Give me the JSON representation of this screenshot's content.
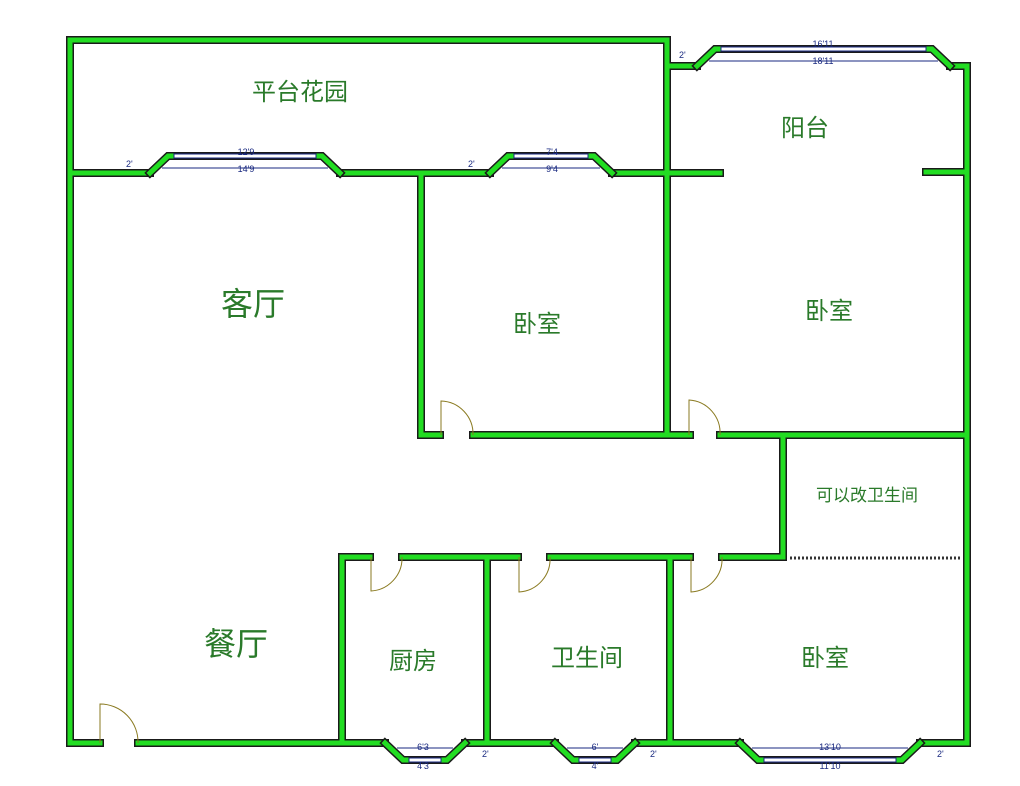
{
  "rooms": {
    "garden": "平台花园",
    "balcony": "阳台",
    "living": "客厅",
    "bedroom_a": "卧室",
    "bedroom_b": "卧室",
    "convertible": "可以改卫生间",
    "dining": "餐厅",
    "kitchen": "厨房",
    "bathroom": "卫生间",
    "bedroom_c": "卧室"
  },
  "dimensions": {
    "balcony_inner": "16'11",
    "balcony_outer": "18'11",
    "living_inner": "12'9",
    "living_outer": "14'9",
    "bed_inner": "7'4",
    "bed_outer": "9'4",
    "kitchen_outer": "6'3",
    "kitchen_inner": "4'3",
    "bath_outer": "6'",
    "bath_inner": "4'",
    "bedc_outer": "13'10",
    "bedc_inner": "11'10",
    "depth": "2'"
  },
  "colors": {
    "wall": "#22dd22",
    "label": "#2a7a2a",
    "dimension": "#1a2a80"
  }
}
